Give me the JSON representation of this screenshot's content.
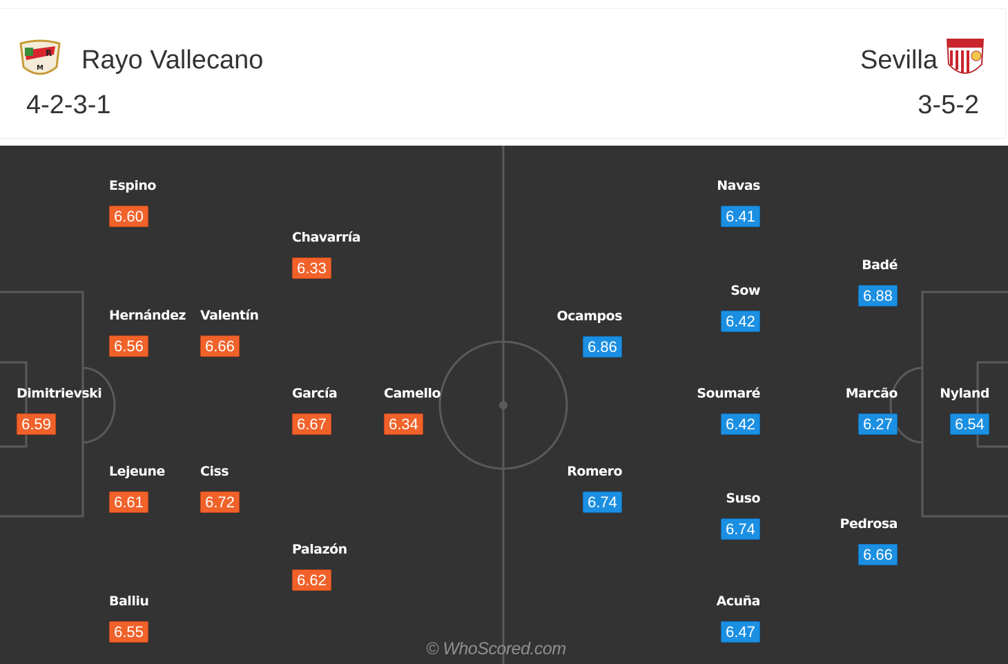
{
  "home": {
    "name": "Rayo Vallecano",
    "formation": "4-2-3-1",
    "crest_icon": "rayo-vallecano-crest",
    "rating_color": "#f0622a",
    "players": [
      {
        "name": "Espino",
        "rating": "6.60"
      },
      {
        "name": "Chavarría",
        "rating": "6.33"
      },
      {
        "name": "Hernández",
        "rating": "6.56"
      },
      {
        "name": "Valentín",
        "rating": "6.66"
      },
      {
        "name": "Dimitrievski",
        "rating": "6.59"
      },
      {
        "name": "García",
        "rating": "6.67"
      },
      {
        "name": "Camello",
        "rating": "6.34"
      },
      {
        "name": "Lejeune",
        "rating": "6.61"
      },
      {
        "name": "Ciss",
        "rating": "6.72"
      },
      {
        "name": "Palazón",
        "rating": "6.62"
      },
      {
        "name": "Balliu",
        "rating": "6.55"
      }
    ]
  },
  "away": {
    "name": "Sevilla",
    "formation": "3-5-2",
    "crest_icon": "sevilla-crest",
    "rating_color": "#1b8fe2",
    "players": [
      {
        "name": "Navas",
        "rating": "6.41"
      },
      {
        "name": "Badé",
        "rating": "6.88"
      },
      {
        "name": "Sow",
        "rating": "6.42"
      },
      {
        "name": "Ocampos",
        "rating": "6.86"
      },
      {
        "name": "Soumaré",
        "rating": "6.42"
      },
      {
        "name": "Marcão",
        "rating": "6.27"
      },
      {
        "name": "Nyland",
        "rating": "6.54"
      },
      {
        "name": "Romero",
        "rating": "6.74"
      },
      {
        "name": "Suso",
        "rating": "6.74"
      },
      {
        "name": "Pedrosa",
        "rating": "6.66"
      },
      {
        "name": "Acuña",
        "rating": "6.47"
      }
    ]
  },
  "watermark": "© WhoScored.com",
  "colors": {
    "pitch": "#333333",
    "lines": "#555555"
  }
}
